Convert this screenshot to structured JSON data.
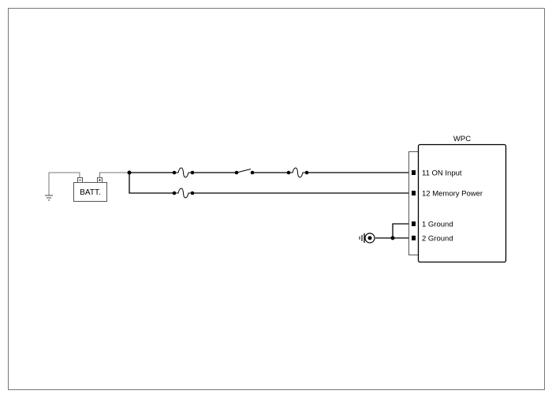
{
  "battery": {
    "label": "BATT."
  },
  "module": {
    "title": "WPC",
    "pins": [
      {
        "label": "11 ON Input"
      },
      {
        "label": "12 Memory Power"
      },
      {
        "label": "1 Ground"
      },
      {
        "label": "2 Ground"
      }
    ]
  },
  "icons": {
    "ground": "ground-symbol-icon",
    "chassis_ground": "chassis-ground-icon",
    "fuse": "fuse-icon",
    "switch": "switch-icon"
  }
}
